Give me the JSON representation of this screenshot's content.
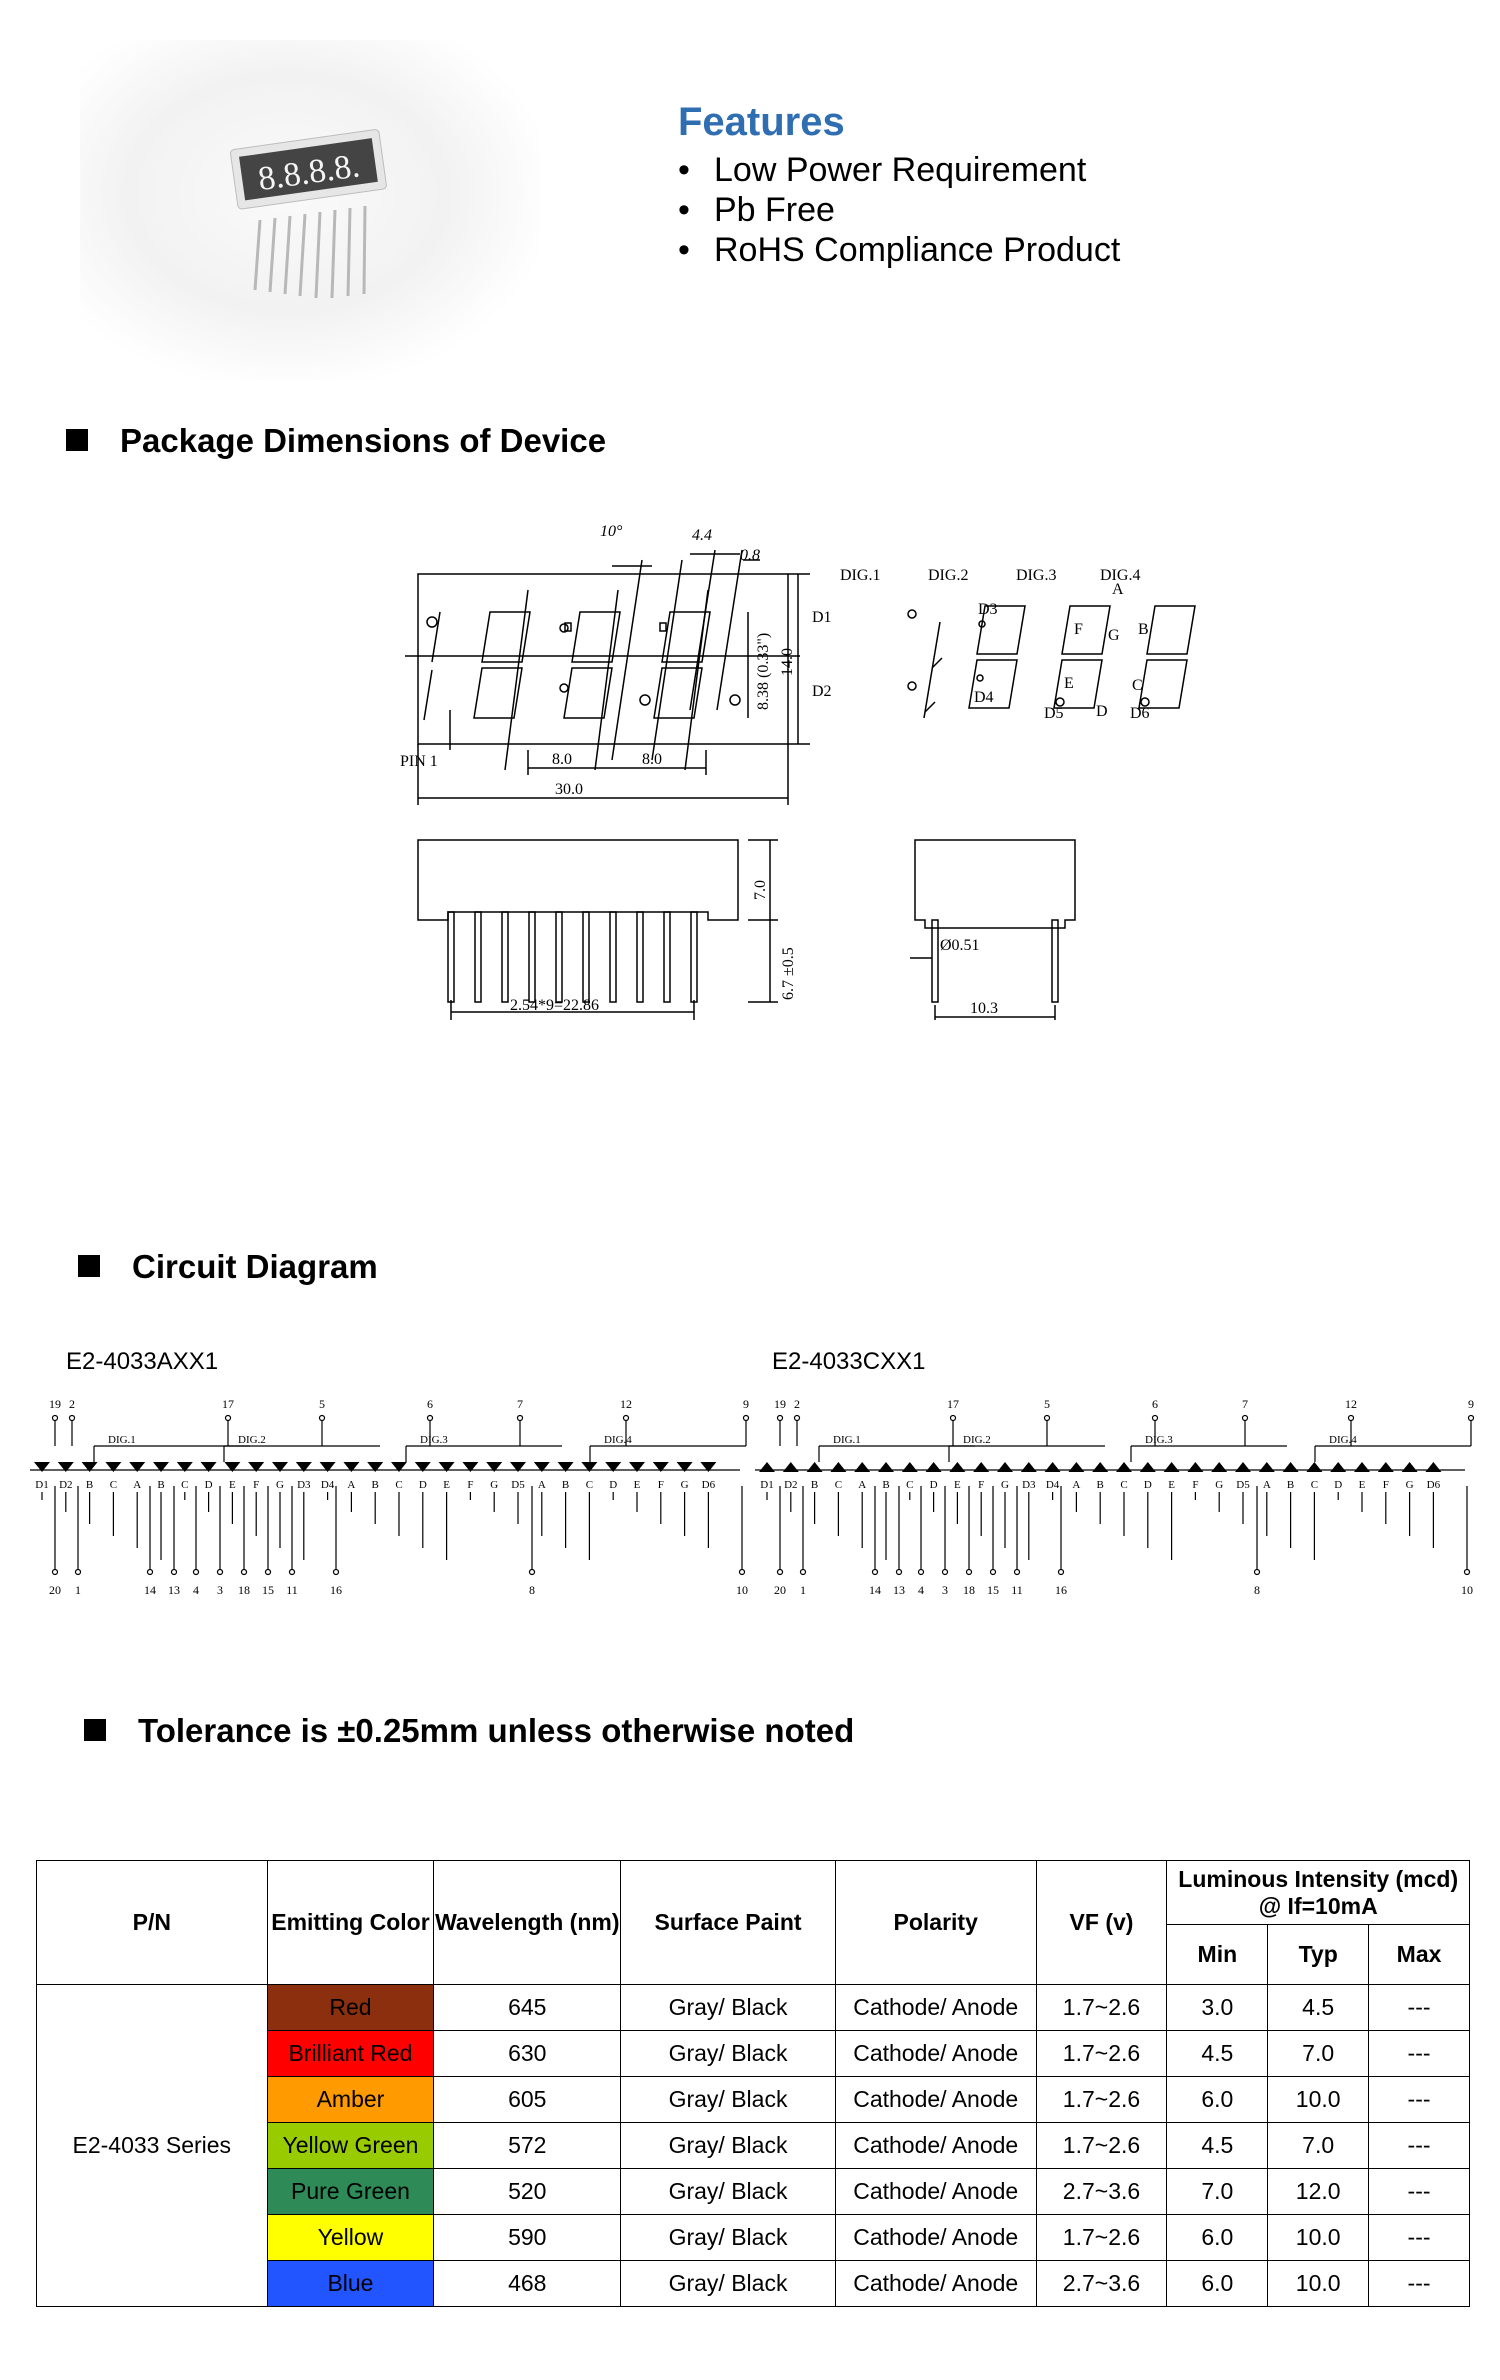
{
  "features": {
    "title": "Features",
    "items": [
      "Low Power Requirement",
      "Pb Free",
      "RoHS Compliance Product"
    ]
  },
  "product_photo": {
    "digits": "8.8.8.8."
  },
  "sections": {
    "package": "Package Dimensions of Device",
    "circuit": "Circuit Diagram",
    "tolerance": "Tolerance is ±0.25mm unless otherwise noted"
  },
  "dimensions": {
    "angle": "10°",
    "d44": "4.4",
    "d08": "0.8",
    "d838": "8.38 (0.33\")",
    "d140": "14.0",
    "d80a": "8.0",
    "d80b": "8.0",
    "d300": "30.0",
    "pin1": "PIN 1",
    "d70": "7.0",
    "d67": "6.7 ±0.5",
    "pitch": "2.54*9=22.86",
    "dia": "Ø0.51",
    "d103": "10.3",
    "dig_labels": [
      "DIG.1",
      "DIG.2",
      "DIG.3",
      "DIG.4"
    ],
    "seg_labels": {
      "d1": "D1",
      "d2": "D2",
      "d3": "D3",
      "d4": "D4",
      "d5": "D5",
      "d6": "D6",
      "a": "A",
      "b": "B",
      "c": "C",
      "d": "D",
      "e": "E",
      "f": "F",
      "g": "G"
    }
  },
  "circuit": {
    "left_part": "E2-4033AXX1",
    "right_part": "E2-4033CXX1",
    "top_pins": [
      "19",
      "2",
      "17",
      "5",
      "6",
      "7",
      "12",
      "9"
    ],
    "dig_labels": [
      "DIG.1",
      "DIG.2",
      "DIG.3",
      "DIG.4"
    ],
    "segments": [
      "D1",
      "D2",
      "B",
      "C",
      "A",
      "B",
      "C",
      "D",
      "E",
      "F",
      "G",
      "D3",
      "D4",
      "A",
      "B",
      "C",
      "D",
      "E",
      "F",
      "G",
      "D5",
      "A",
      "B",
      "C",
      "D",
      "E",
      "F",
      "G",
      "D6"
    ],
    "bottom_pins": [
      "20",
      "1",
      "14",
      "13",
      "4",
      "3",
      "18",
      "15",
      "11",
      "16",
      "8",
      "10"
    ]
  },
  "table": {
    "headers": {
      "pn": "P/N",
      "color": "Emitting Color",
      "wavelength": "Wavelength (nm)",
      "paint": "Surface Paint",
      "polarity": "Polarity",
      "vf": "VF (v)",
      "intensity": "Luminous Intensity (mcd) @ If=10mA",
      "min": "Min",
      "typ": "Typ",
      "max": "Max"
    },
    "series": "E2-4033 Series",
    "rows": [
      {
        "color": "Red",
        "bg": "#8b2f0f",
        "fg": "#000000",
        "wl": "645",
        "paint": "Gray/ Black",
        "pol": "Cathode/ Anode",
        "vf": "1.7~2.6",
        "min": "3.0",
        "typ": "4.5",
        "max": "---"
      },
      {
        "color": "Brilliant Red",
        "bg": "#ff0000",
        "fg": "#000000",
        "wl": "630",
        "paint": "Gray/ Black",
        "pol": "Cathode/ Anode",
        "vf": "1.7~2.6",
        "min": "4.5",
        "typ": "7.0",
        "max": "---"
      },
      {
        "color": "Amber",
        "bg": "#ff9a00",
        "fg": "#000000",
        "wl": "605",
        "paint": "Gray/ Black",
        "pol": "Cathode/ Anode",
        "vf": "1.7~2.6",
        "min": "6.0",
        "typ": "10.0",
        "max": "---"
      },
      {
        "color": "Yellow Green",
        "bg": "#99cc00",
        "fg": "#000000",
        "wl": "572",
        "paint": "Gray/ Black",
        "pol": "Cathode/ Anode",
        "vf": "1.7~2.6",
        "min": "4.5",
        "typ": "7.0",
        "max": "---"
      },
      {
        "color": "Pure Green",
        "bg": "#2e8b57",
        "fg": "#000000",
        "wl": "520",
        "paint": "Gray/ Black",
        "pol": "Cathode/ Anode",
        "vf": "2.7~3.6",
        "min": "7.0",
        "typ": "12.0",
        "max": "---"
      },
      {
        "color": "Yellow",
        "bg": "#ffff00",
        "fg": "#000000",
        "wl": "590",
        "paint": "Gray/ Black",
        "pol": "Cathode/ Anode",
        "vf": "1.7~2.6",
        "min": "6.0",
        "typ": "10.0",
        "max": "---"
      },
      {
        "color": "Blue",
        "bg": "#2255ff",
        "fg": "#000000",
        "wl": "468",
        "paint": "Gray/ Black",
        "pol": "Cathode/ Anode",
        "vf": "2.7~3.6",
        "min": "6.0",
        "typ": "10.0",
        "max": "---"
      }
    ]
  }
}
